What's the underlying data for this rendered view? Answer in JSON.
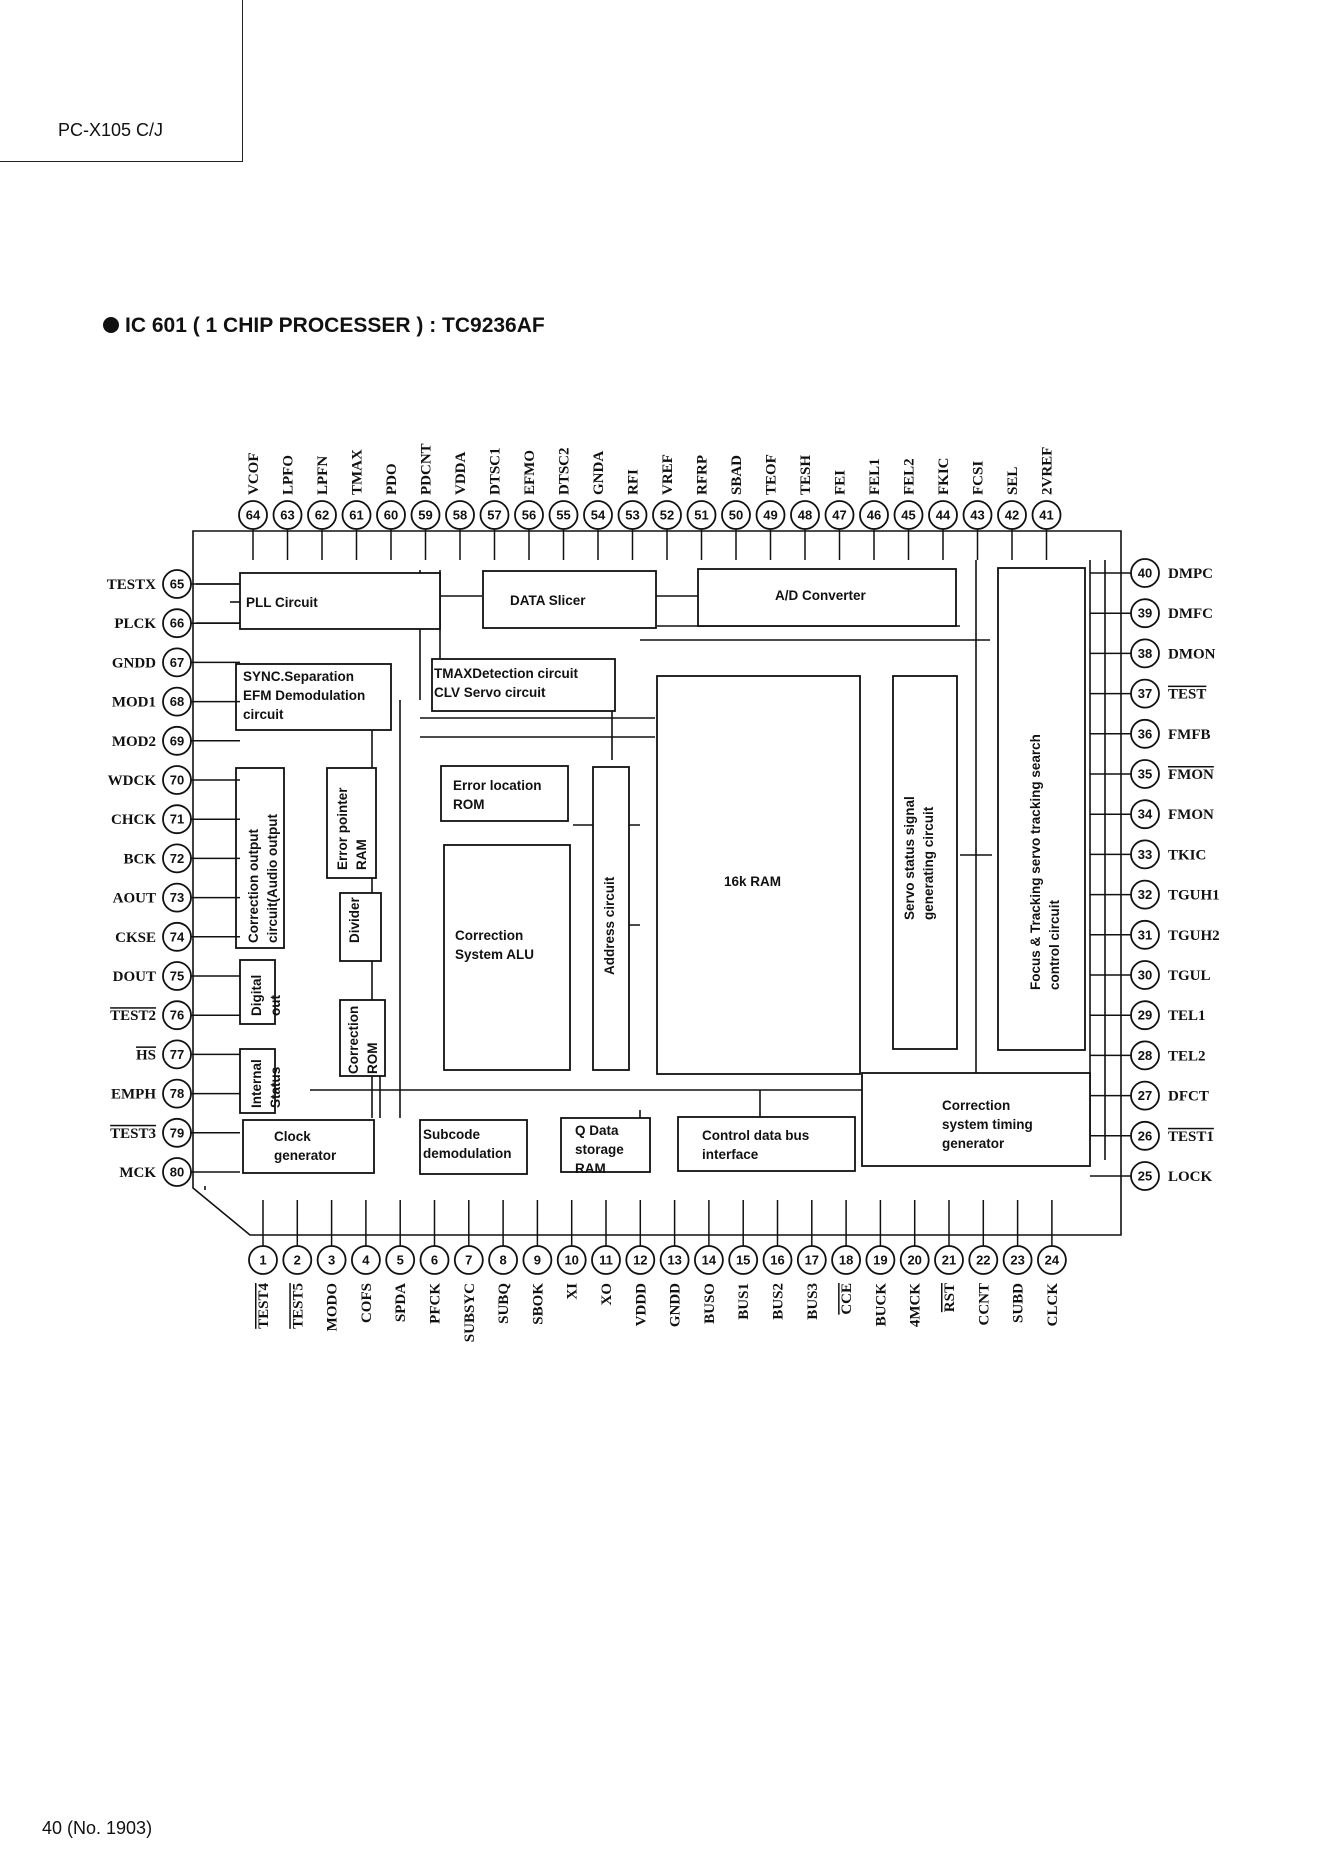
{
  "header": {
    "model": "PC-X105 C/J"
  },
  "title": "IC 601 ( 1 CHIP PROCESSER ) : TC9236AF",
  "footer": {
    "page": "40  (No. 1903)"
  },
  "pins": {
    "left": [
      {
        "num": "65",
        "name": "TESTX"
      },
      {
        "num": "66",
        "name": "PLCK"
      },
      {
        "num": "67",
        "name": "GNDD"
      },
      {
        "num": "68",
        "name": "MOD1"
      },
      {
        "num": "69",
        "name": "MOD2"
      },
      {
        "num": "70",
        "name": "WDCK"
      },
      {
        "num": "71",
        "name": "CHCK"
      },
      {
        "num": "72",
        "name": "BCK"
      },
      {
        "num": "73",
        "name": "AOUT"
      },
      {
        "num": "74",
        "name": "CKSE"
      },
      {
        "num": "75",
        "name": "DOUT"
      },
      {
        "num": "76",
        "name": "TEST2",
        "overline": true
      },
      {
        "num": "77",
        "name": "HS",
        "overline": true
      },
      {
        "num": "78",
        "name": "EMPH"
      },
      {
        "num": "79",
        "name": "TEST3",
        "overline": true
      },
      {
        "num": "80",
        "name": "MCK"
      }
    ],
    "right": [
      {
        "num": "40",
        "name": "DMPC"
      },
      {
        "num": "39",
        "name": "DMFC"
      },
      {
        "num": "38",
        "name": "DMON"
      },
      {
        "num": "37",
        "name": "TEST",
        "overline": true
      },
      {
        "num": "36",
        "name": "FMFB"
      },
      {
        "num": "35",
        "name": "FMON",
        "overline": true
      },
      {
        "num": "34",
        "name": "FMON"
      },
      {
        "num": "33",
        "name": "TKIC"
      },
      {
        "num": "32",
        "name": "TGUH1"
      },
      {
        "num": "31",
        "name": "TGUH2"
      },
      {
        "num": "30",
        "name": "TGUL"
      },
      {
        "num": "29",
        "name": "TEL1"
      },
      {
        "num": "28",
        "name": "TEL2"
      },
      {
        "num": "27",
        "name": "DFCT"
      },
      {
        "num": "26",
        "name": "TEST1",
        "overline": true
      },
      {
        "num": "25",
        "name": "LOCK"
      }
    ],
    "top": [
      {
        "num": "64",
        "name": "VCOF"
      },
      {
        "num": "63",
        "name": "LPFO"
      },
      {
        "num": "62",
        "name": "LPFN"
      },
      {
        "num": "61",
        "name": "TMAX"
      },
      {
        "num": "60",
        "name": "PDO"
      },
      {
        "num": "59",
        "name": "PDCNT"
      },
      {
        "num": "58",
        "name": "VDDA"
      },
      {
        "num": "57",
        "name": "DTSC1"
      },
      {
        "num": "56",
        "name": "EFMO"
      },
      {
        "num": "55",
        "name": "DTSC2"
      },
      {
        "num": "54",
        "name": "GNDA"
      },
      {
        "num": "53",
        "name": "RFI"
      },
      {
        "num": "52",
        "name": "VREF"
      },
      {
        "num": "51",
        "name": "RFRP"
      },
      {
        "num": "50",
        "name": "SBAD"
      },
      {
        "num": "49",
        "name": "TEOF"
      },
      {
        "num": "48",
        "name": "TESH"
      },
      {
        "num": "47",
        "name": "FEI"
      },
      {
        "num": "46",
        "name": "FEL1"
      },
      {
        "num": "45",
        "name": "FEL2"
      },
      {
        "num": "44",
        "name": "FKIC"
      },
      {
        "num": "43",
        "name": "FCSI"
      },
      {
        "num": "42",
        "name": "SEL"
      },
      {
        "num": "41",
        "name": "2VREF"
      }
    ],
    "bottom": [
      {
        "num": "1",
        "name": "TEST4",
        "overline": true
      },
      {
        "num": "2",
        "name": "TEST5",
        "overline": true
      },
      {
        "num": "3",
        "name": "MODO"
      },
      {
        "num": "4",
        "name": "COFS"
      },
      {
        "num": "5",
        "name": "SPDA"
      },
      {
        "num": "6",
        "name": "PFCK"
      },
      {
        "num": "7",
        "name": "SUBSYC"
      },
      {
        "num": "8",
        "name": "SUBQ"
      },
      {
        "num": "9",
        "name": "SBOK"
      },
      {
        "num": "10",
        "name": "XI"
      },
      {
        "num": "11",
        "name": "XO"
      },
      {
        "num": "12",
        "name": "VDDD"
      },
      {
        "num": "13",
        "name": "GNDD"
      },
      {
        "num": "14",
        "name": "BUSO"
      },
      {
        "num": "15",
        "name": "BUS1"
      },
      {
        "num": "16",
        "name": "BUS2"
      },
      {
        "num": "17",
        "name": "BUS3"
      },
      {
        "num": "18",
        "name": "CCE",
        "overline": true
      },
      {
        "num": "19",
        "name": "BUCK"
      },
      {
        "num": "20",
        "name": "4MCK"
      },
      {
        "num": "21",
        "name": "RST",
        "overline": true
      },
      {
        "num": "22",
        "name": "CCNT"
      },
      {
        "num": "23",
        "name": "SUBD"
      },
      {
        "num": "24",
        "name": "CLCK"
      }
    ]
  },
  "blocks": {
    "pll": [
      "PLL Circuit"
    ],
    "slicer": [
      "DATA Slicer"
    ],
    "adc": [
      "A/D Converter"
    ],
    "sync": [
      "SYNC.Separation",
      "EFM Demodulation",
      "circuit"
    ],
    "tmax": [
      "TMAXDetection circuit",
      "CLV Servo circuit"
    ],
    "corr_out": [
      "Correction output",
      "circuit(Audio output"
    ],
    "err_ptr": [
      "Error pointer",
      "RAM"
    ],
    "err_loc": [
      "Error location",
      "ROM"
    ],
    "divider": [
      "Divider"
    ],
    "alu": [
      "Correction",
      "System ALU"
    ],
    "addr": [
      "Address circuit"
    ],
    "ram": [
      "16k RAM"
    ],
    "servo_status": [
      "Servo status signal",
      "generating circuit"
    ],
    "focus": [
      "Focus & Tracking servo tracking search",
      "control circuit"
    ],
    "digital": [
      "Digital",
      "out"
    ],
    "corr_rom": [
      "Correction",
      "ROM"
    ],
    "internal": [
      "Internal",
      "Status"
    ],
    "clock": [
      "Clock",
      "generator"
    ],
    "subcode": [
      "Subcode",
      "demodulation"
    ],
    "qdata": [
      "Q Data",
      "storage",
      "RAM"
    ],
    "ctrlbus": [
      "Control data bus",
      "interface"
    ],
    "timing": [
      "Correction",
      "system timing",
      "generator"
    ]
  }
}
